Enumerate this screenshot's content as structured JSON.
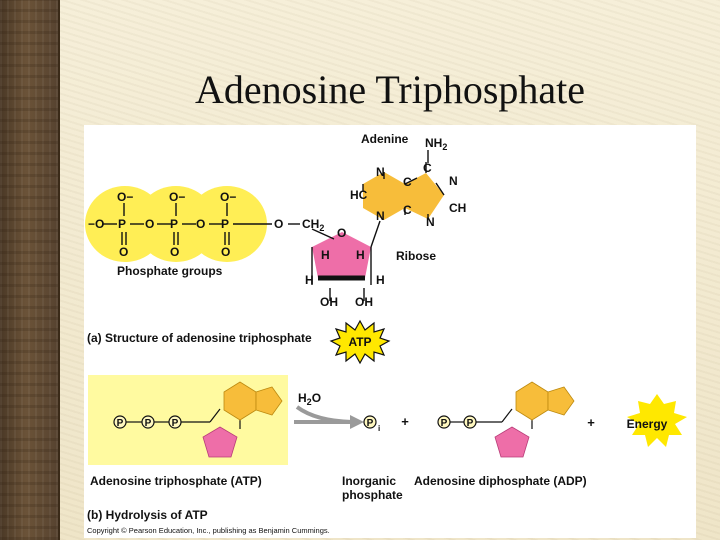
{
  "slide": {
    "title": "Adenosine Triphosphate"
  },
  "structure_panel": {
    "adenine_label": "Adenine",
    "nh": "NH",
    "sub_2": "2",
    "atom_n": "N",
    "atom_c": "C",
    "atom_hc": "HC",
    "atom_ch": "CH",
    "atom_ch_2": "CH",
    "atom_o": "O",
    "o_minus": "O−",
    "minus_o": "−O",
    "atom_p": "P",
    "atom_h": "H",
    "atom_oh": "OH",
    "phosphate_groups_label": "Phosphate groups",
    "ribose_label": "Ribose",
    "caption": "(a) Structure of adenosine triphosphate",
    "atp_badge": "ATP"
  },
  "hydrolysis_panel": {
    "p_symbol": "P",
    "pi_subscript": "i",
    "water_h": "H",
    "water_sub": "2",
    "water_o": "O",
    "plus": "+",
    "energy_label": "Energy",
    "atp_label": "Adenosine triphosphate (ATP)",
    "inorganic_label": "Inorganic",
    "phosphate_word": "phosphate",
    "adp_label": "Adenosine diphosphate (ADP)",
    "caption": "(b) Hydrolysis of ATP"
  },
  "copyright": "Copyright © Pearson Education, Inc., publishing as Benjamin Cummings.",
  "colors": {
    "phosphate_yellow": "#ffee55",
    "adenine_orange": "#f7bd3a",
    "ribose_pink": "#ee6ea8",
    "atp_badge_yellow": "#ffe800",
    "panel_yellow": "#fffaa0",
    "arrow_gray": "#9a9a9a"
  }
}
